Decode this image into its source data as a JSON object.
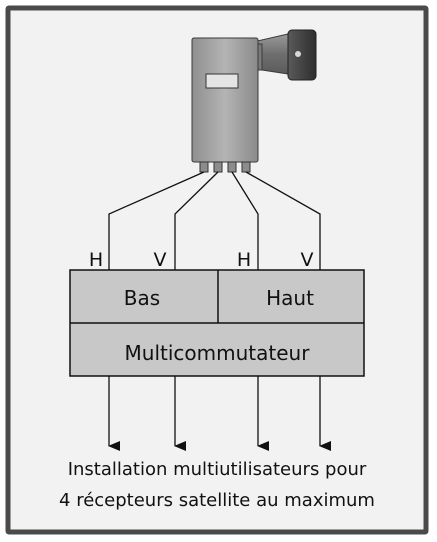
{
  "lnb_port_labels": [
    "H",
    "V",
    "H",
    "V"
  ],
  "switch": {
    "low_band_label": "Bas",
    "high_band_label": "Haut",
    "title": "Multicommutateur"
  },
  "caption": {
    "line1": "Installation multiutilisateurs pour",
    "line2": "4 récepteurs satellite au maximum"
  },
  "colors": {
    "frame_bg": "#f2f2f2",
    "frame_border": "#4a4a4a",
    "box_fill": "#c8c8c8",
    "lnb_body": "#a6a6a6",
    "line": "#111111"
  }
}
